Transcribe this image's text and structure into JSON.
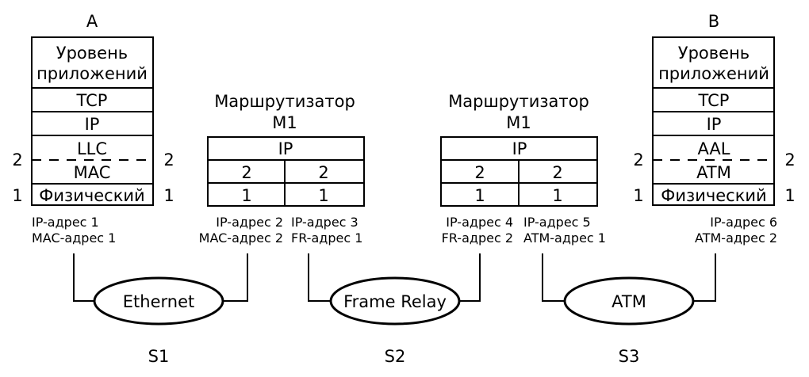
{
  "host_a": {
    "title": "A",
    "layers": {
      "app_line1": "Уровень",
      "app_line2": "приложений",
      "tcp": "TCP",
      "ip": "IP",
      "llc": "LLC",
      "mac": "MAC",
      "phys": "Физический"
    },
    "level_2": "2",
    "level_1": "1",
    "addresses": [
      "IP-адрес 1",
      "MAC-адрес 1"
    ]
  },
  "router_1": {
    "title_line1": "Маршрутизатор",
    "title_line2": "М1",
    "ip": "IP",
    "l2_left": "2",
    "l2_right": "2",
    "l1_left": "1",
    "l1_right": "1",
    "addresses_left": [
      "IP-адрес 2",
      "MAC-адрес 2"
    ],
    "addresses_right": [
      "IP-адрес 3",
      "FR-адрес 1"
    ]
  },
  "router_2": {
    "title_line1": "Маршрутизатор",
    "title_line2": "М1",
    "ip": "IP",
    "l2_left": "2",
    "l2_right": "2",
    "l1_left": "1",
    "l1_right": "1",
    "addresses_left": [
      "IP-адрес 4",
      "FR-адрес 2"
    ],
    "addresses_right": [
      "IP-адрес 5",
      "ATM-адрес 1"
    ]
  },
  "host_b": {
    "title": "B",
    "layers": {
      "app_line1": "Уровень",
      "app_line2": "приложений",
      "tcp": "TCP",
      "ip": "IP",
      "aal": "AAL",
      "atm": "ATM",
      "phys": "Физический"
    },
    "level_2": "2",
    "level_1": "1",
    "addresses": [
      "IP-адрес 6",
      "ATM-адрес 2"
    ]
  },
  "networks": [
    {
      "name": "Ethernet",
      "segment": "S1"
    },
    {
      "name": "Frame Relay",
      "segment": "S2"
    },
    {
      "name": "ATM",
      "segment": "S3"
    }
  ]
}
